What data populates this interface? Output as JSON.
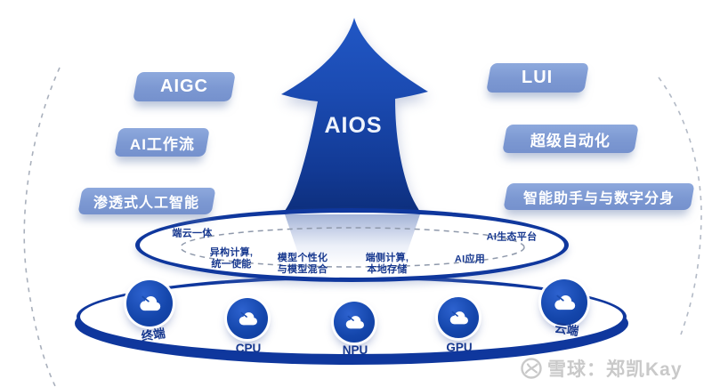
{
  "arrow": {
    "label": "AIOS"
  },
  "left_pills": [
    {
      "label": "AIGC"
    },
    {
      "label": "AI工作流"
    },
    {
      "label": "渗透式人工智能"
    }
  ],
  "right_pills": [
    {
      "label": "LUI"
    },
    {
      "label": "超级自动化"
    },
    {
      "label": "智能助手与与数字分身"
    }
  ],
  "ring": {
    "labels": [
      {
        "text": "端云一体"
      },
      {
        "text": "异构计算,\n统一使能"
      },
      {
        "text": "模型个性化\n与模型混合"
      },
      {
        "text": "端侧计算,\n本地存储"
      },
      {
        "text": "AI应用"
      },
      {
        "text": "AI生态平台"
      }
    ]
  },
  "platform": {
    "nodes": [
      {
        "label": "终端"
      },
      {
        "label": "CPU"
      },
      {
        "label": "NPU"
      },
      {
        "label": "GPU"
      },
      {
        "label": "云端"
      }
    ]
  },
  "watermark": {
    "text": "雪球：郑凯Kay"
  },
  "colors": {
    "arrow_blue": "#1b4bb2",
    "deep_navy": "#0f379d",
    "pill_blue": "#7c98d2",
    "label_navy": "#17388f",
    "watermark_gray": "#c9c9c9"
  }
}
